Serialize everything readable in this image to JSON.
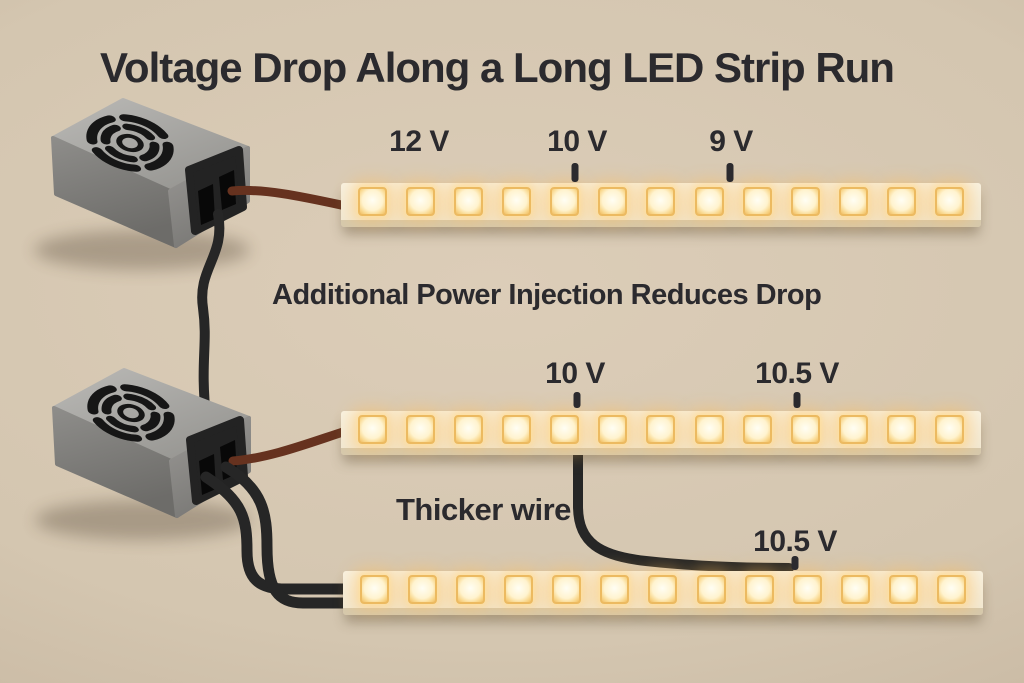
{
  "title": "Voltage Drop Along a Long LED Strip Run",
  "subtitle": "Additional Power Injection Reduces Drop",
  "thicker_wire_label": "Thicker wire",
  "power_supplies": [
    {
      "name": "power-supply-1"
    },
    {
      "name": "power-supply-2"
    }
  ],
  "strips": [
    {
      "name": "led-strip-top",
      "led_count": 13,
      "labels": [
        {
          "text": "12 V"
        },
        {
          "text": "10 V"
        },
        {
          "text": "9 V"
        }
      ]
    },
    {
      "name": "led-strip-middle",
      "led_count": 13,
      "labels": [
        {
          "text": "10 V"
        },
        {
          "text": "10.5 V"
        }
      ]
    },
    {
      "name": "led-strip-bottom",
      "led_count": 13,
      "labels": [
        {
          "text": "10.5 V"
        }
      ]
    }
  ],
  "colors": {
    "background": "#d5c7b2",
    "text": "#2b2a2e",
    "strip_body": "#f4edda",
    "led_core": "#fffbe8",
    "led_edge": "#f0bd63",
    "wire_black": "#262626",
    "wire_brown": "#66321f",
    "psu_body": "#93928f"
  }
}
